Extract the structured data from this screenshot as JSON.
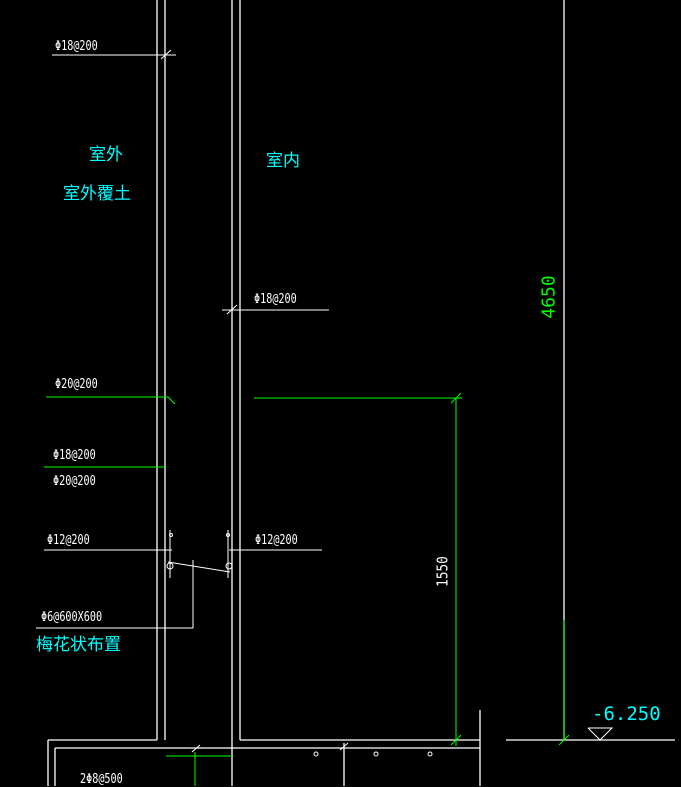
{
  "drawing": {
    "background": "#000000",
    "colors": {
      "linework": "#ffffff",
      "dimension": "#00ff00",
      "annotation": "#00ffff"
    },
    "rebar_labels": {
      "top_outer": "Φ18@200",
      "inner_mid": "Φ18@200",
      "outer_1": "Φ20@200",
      "outer_2": "Φ18@200",
      "outer_3": "Φ20@200",
      "outer_4": "Φ12@200",
      "inner_low": "Φ12@200",
      "tie": "Φ6@600X600",
      "bottom": "2Φ8@500"
    },
    "notes": {
      "outside": "室外",
      "backfill": "室外覆土",
      "inside": "室内",
      "tie_layout": "梅花状布置"
    },
    "dimensions": {
      "height_total": "4650",
      "height_lower": "1550"
    },
    "elevation": "-6.250"
  }
}
